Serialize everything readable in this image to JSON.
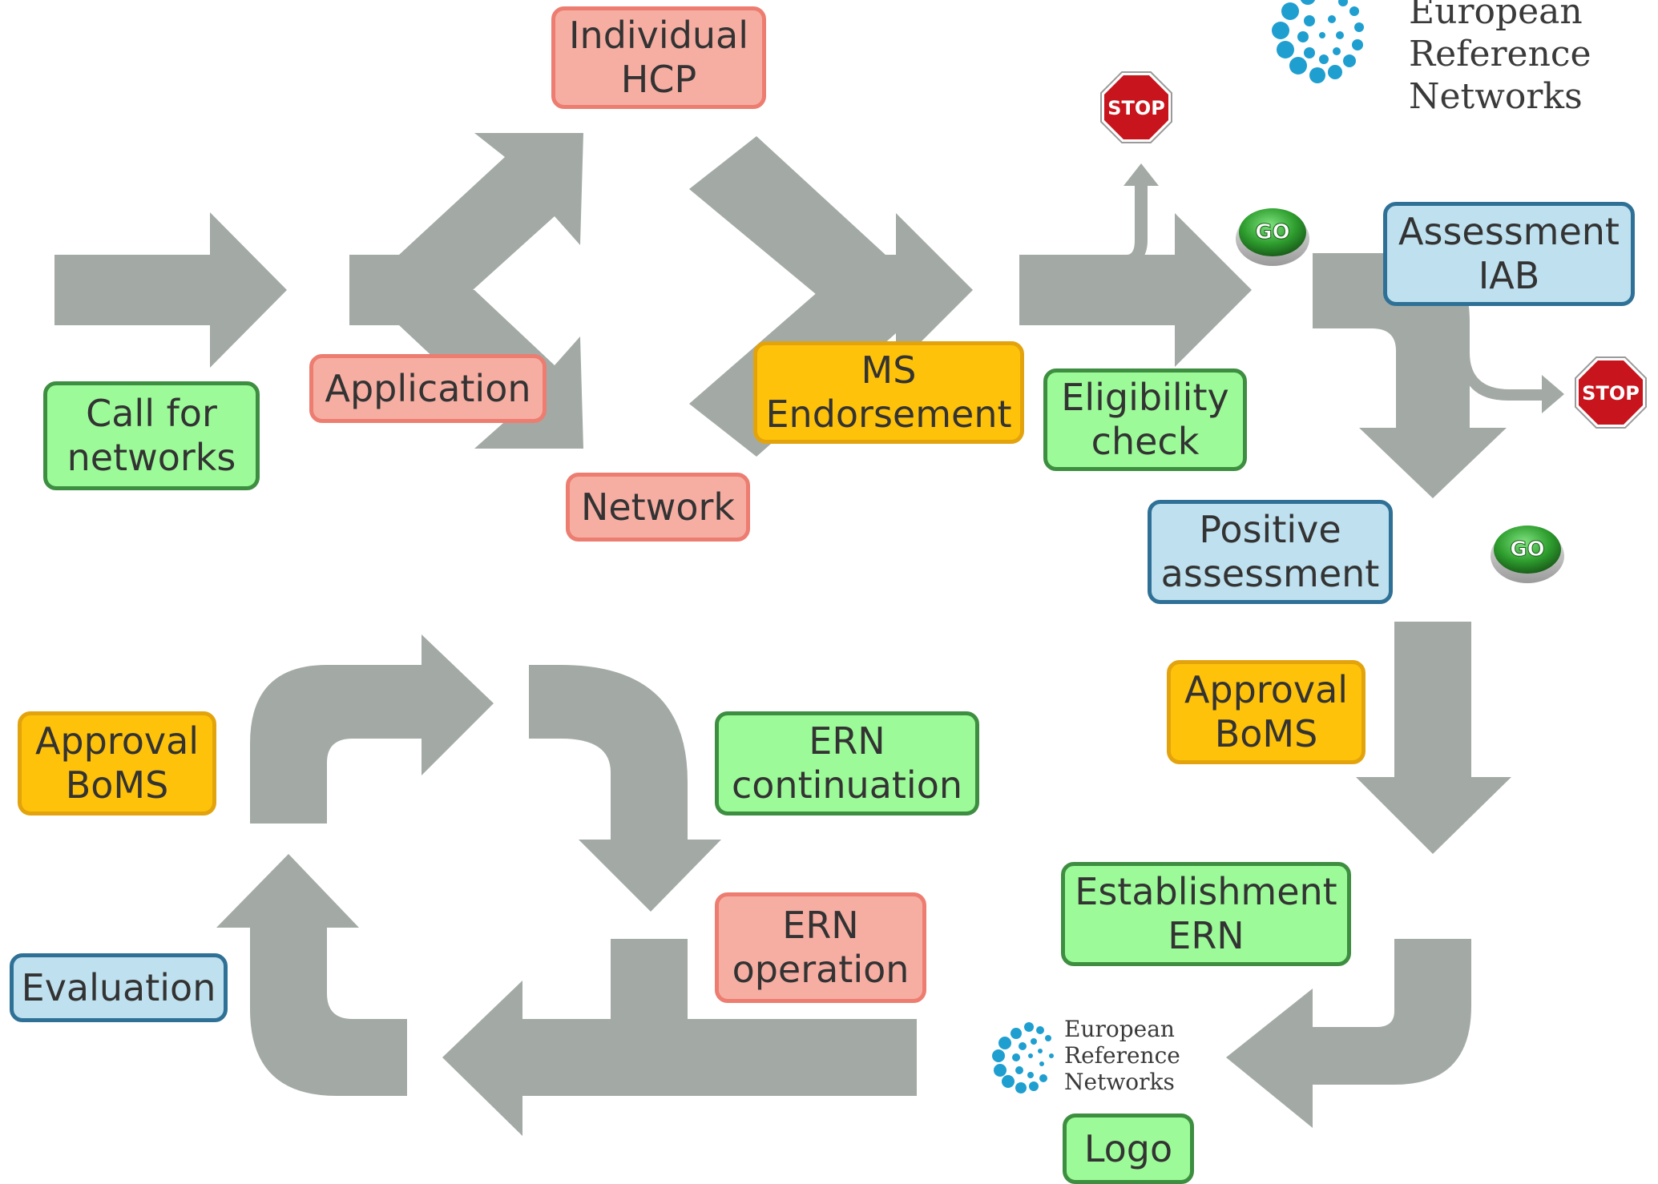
{
  "boxes": {
    "call_for_networks": [
      "Call for",
      "networks"
    ],
    "application": [
      "Application"
    ],
    "individual_hcp": [
      "Individual",
      "HCP"
    ],
    "network": [
      "Network"
    ],
    "ms_endorsement": [
      "MS",
      "Endorsement"
    ],
    "eligibility_check": [
      "Eligibility",
      "check"
    ],
    "assessment_iab": [
      "Assessment",
      "IAB"
    ],
    "positive_assessment": [
      "Positive",
      "assessment"
    ],
    "approval_boms_right": [
      "Approval",
      "BoMS"
    ],
    "establishment_ern": [
      "Establishment",
      "ERN"
    ],
    "logo_box": [
      "Logo"
    ],
    "ern_operation": [
      "ERN",
      "operation"
    ],
    "ern_continuation": [
      "ERN",
      "continuation"
    ],
    "approval_boms_left": [
      "Approval",
      "BoMS"
    ],
    "evaluation": [
      "Evaluation"
    ]
  },
  "signs": {
    "stop": "STOP",
    "go": "GO"
  },
  "logo": {
    "line1": "European",
    "line2": "Reference",
    "line3": "Networks"
  },
  "colors": {
    "arrow": "#a3aaa5",
    "green_box": "#9cfb98",
    "pink_box": "#f6aea3",
    "amber_box": "#ffc20a",
    "blue_box": "#bfe0ee",
    "stop_sign": "#c8141c",
    "go_button": "#2e9e2e",
    "logo_dots": "#1f9fd0"
  }
}
